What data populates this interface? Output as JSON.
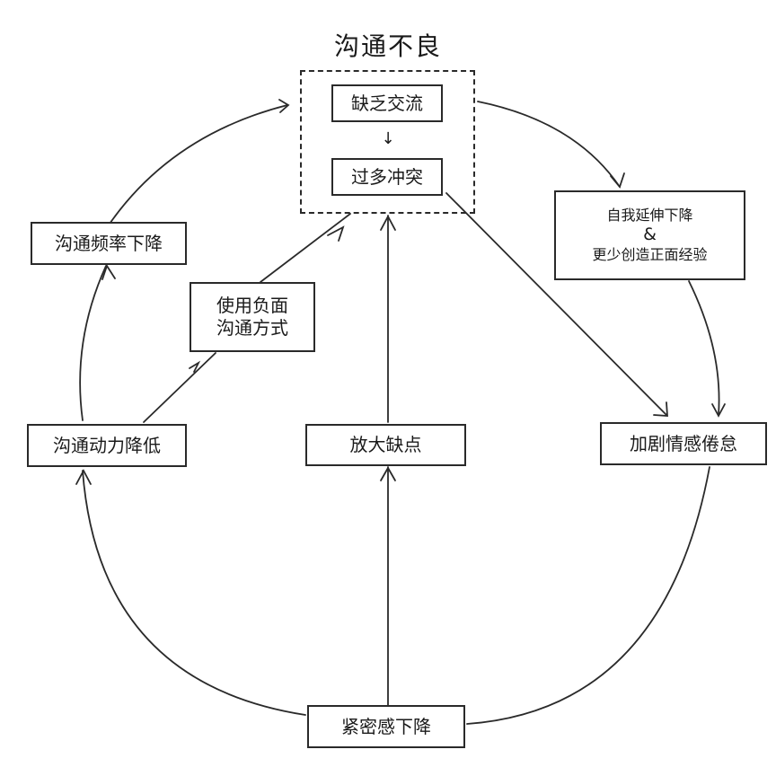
{
  "title": "沟通不良",
  "nodes": {
    "lack_communication": "缺乏交流",
    "too_many_conflicts": "过多冲突",
    "self_extension": "自我延伸下降",
    "ampersand": "&",
    "less_positive": "更少创造正面经验",
    "intensify_fatigue": "加剧情感倦怠",
    "magnify_flaws": "放大缺点",
    "intimacy_decline": "紧密感下降",
    "motivation_decline": "沟通动力降低",
    "negative_style_line1": "使用负面",
    "negative_style_line2": "沟通方式",
    "frequency_decline": "沟通频率下降"
  },
  "small_arrow": "↓"
}
